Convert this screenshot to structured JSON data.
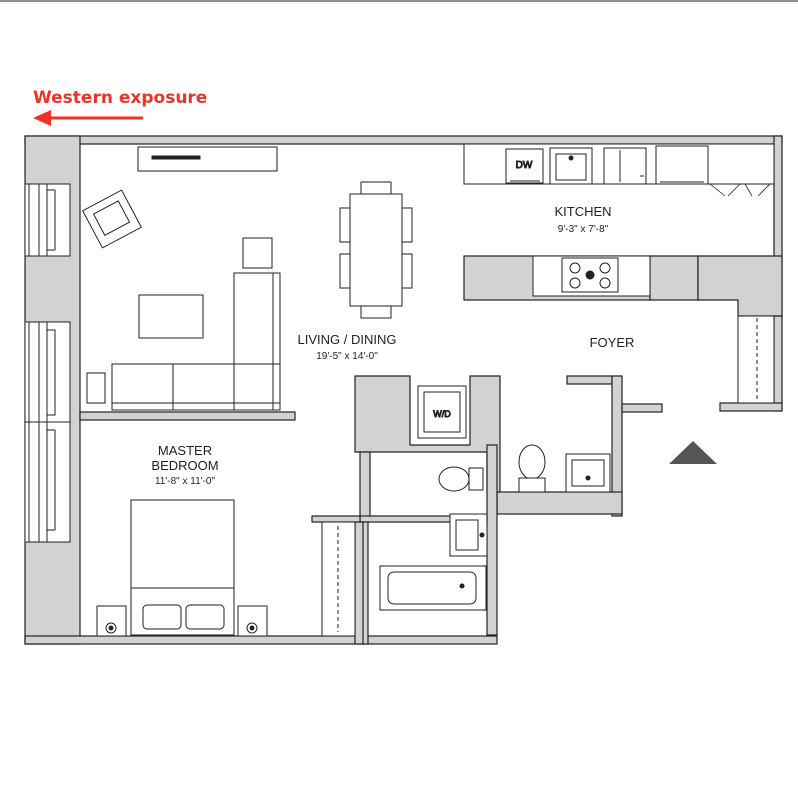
{
  "exposure": {
    "label": "Western exposure",
    "color": "#ee3324",
    "icon": "arrow-left-icon"
  },
  "rooms": {
    "kitchen": {
      "name": "KITCHEN",
      "dims": "9'-3\" x 7'-8\""
    },
    "living": {
      "name": "LIVING / DINING",
      "dims": "19'-5\" x 14'-0\""
    },
    "foyer": {
      "name": "FOYER"
    },
    "bedroom": {
      "name_line1": "MASTER",
      "name_line2": "BEDROOM",
      "dims": "11'-8\" x 11'-0\""
    }
  },
  "appliances": {
    "dishwasher": "DW",
    "washer_dryer": "W/D"
  },
  "entry_icon": "entry-triangle-icon",
  "colors": {
    "wall_fill": "#d2d2d2",
    "line": "#222222"
  }
}
